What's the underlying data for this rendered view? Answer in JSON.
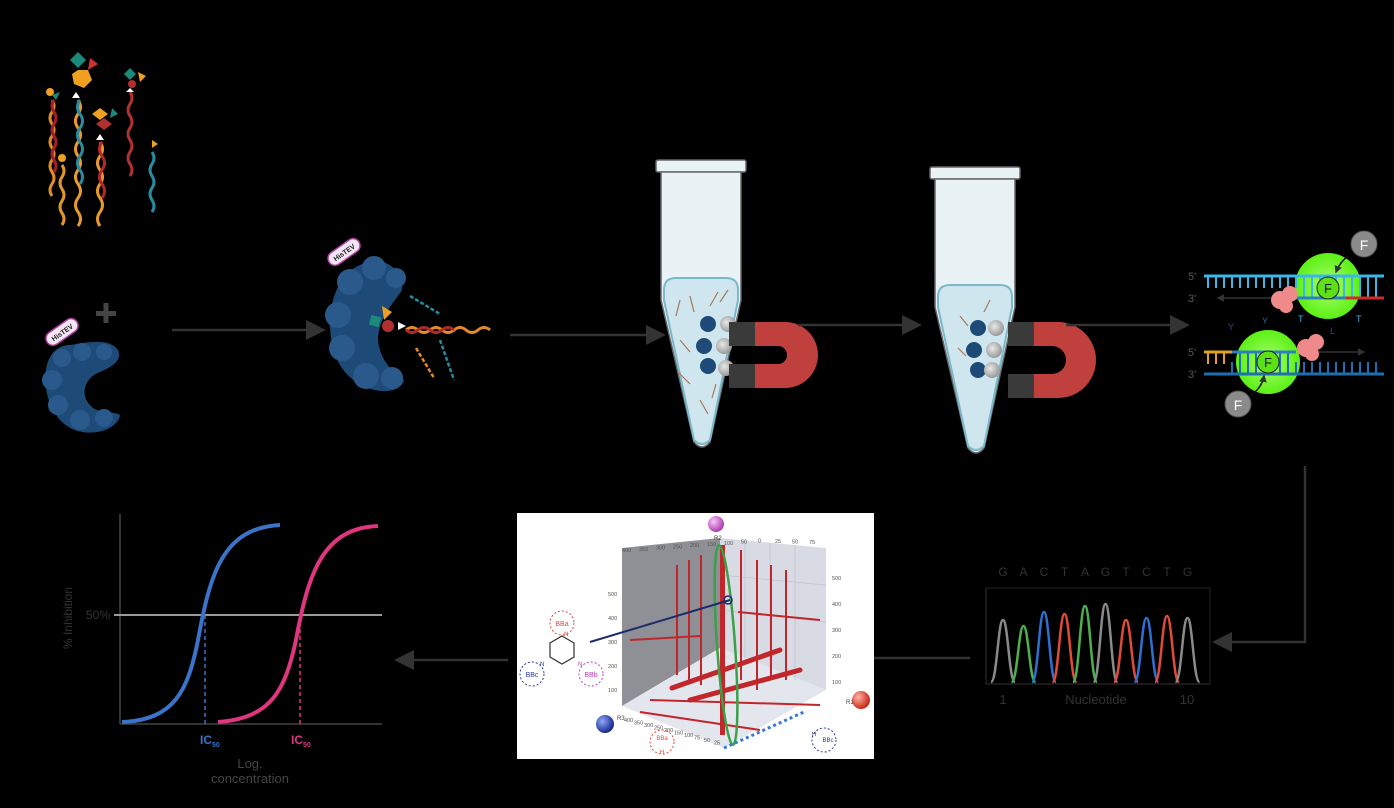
{
  "protein_tag": "HisTEV",
  "plus_sign": "+",
  "sequencing": {
    "bases": [
      "G",
      "A",
      "C",
      "T",
      "A",
      "G",
      "T",
      "C",
      "T",
      "G"
    ],
    "axis_start": "1",
    "axis_label": "Nucleotide",
    "axis_end": "10",
    "peak_colors": [
      "#8a8a8a",
      "#4caf50",
      "#2f6fd0",
      "#e04a3a",
      "#4caf50",
      "#8a8a8a",
      "#e04a3a",
      "#2f6fd0",
      "#e04a3a",
      "#8a8a8a"
    ]
  },
  "dna_panel": {
    "strand_top_5": "5'",
    "strand_top_3": "3'",
    "strand_bottom_5": "5'",
    "strand_bottom_3": "3'",
    "fluor_label": "F"
  },
  "scatter_3d": {
    "bb_a": "BBa",
    "bb_b": "BBb",
    "bb_c": "BBc",
    "n_label": "N",
    "h_label": "H",
    "axis_r1": "R1",
    "axis_r2": "R2",
    "axis_r3": "R3",
    "top_ticks": [
      "400",
      "350",
      "300",
      "250",
      "200",
      "150",
      "100",
      "50",
      "0",
      "25",
      "50",
      "75"
    ],
    "right_ticks": [
      "500",
      "400",
      "300",
      "200",
      "100"
    ],
    "left_ticks": [
      "500",
      "400",
      "300",
      "200",
      "100"
    ],
    "bottom_ticks": [
      "400",
      "350",
      "300",
      "250",
      "200",
      "150",
      "100",
      "75",
      "50",
      "25"
    ]
  },
  "dose_response": {
    "ylabel": "% Inhibition",
    "fifty_label": "50%",
    "ic50_label": "IC",
    "ic50_sub": "50",
    "xlabel_line1": "Log.",
    "xlabel_line2": "concentration",
    "curve_colors": [
      "#3b73c8",
      "#e0357f"
    ]
  },
  "colors": {
    "protein": "#1e4a78",
    "tag_fill": "#f4e6f6",
    "tag_stroke": "#b0439f",
    "magnet_red": "#c0403e",
    "tube_fill": "#e9f3f6",
    "liquid": "#cfe6ee",
    "arrow": "#333333",
    "green_glow": "#7bff3a"
  }
}
